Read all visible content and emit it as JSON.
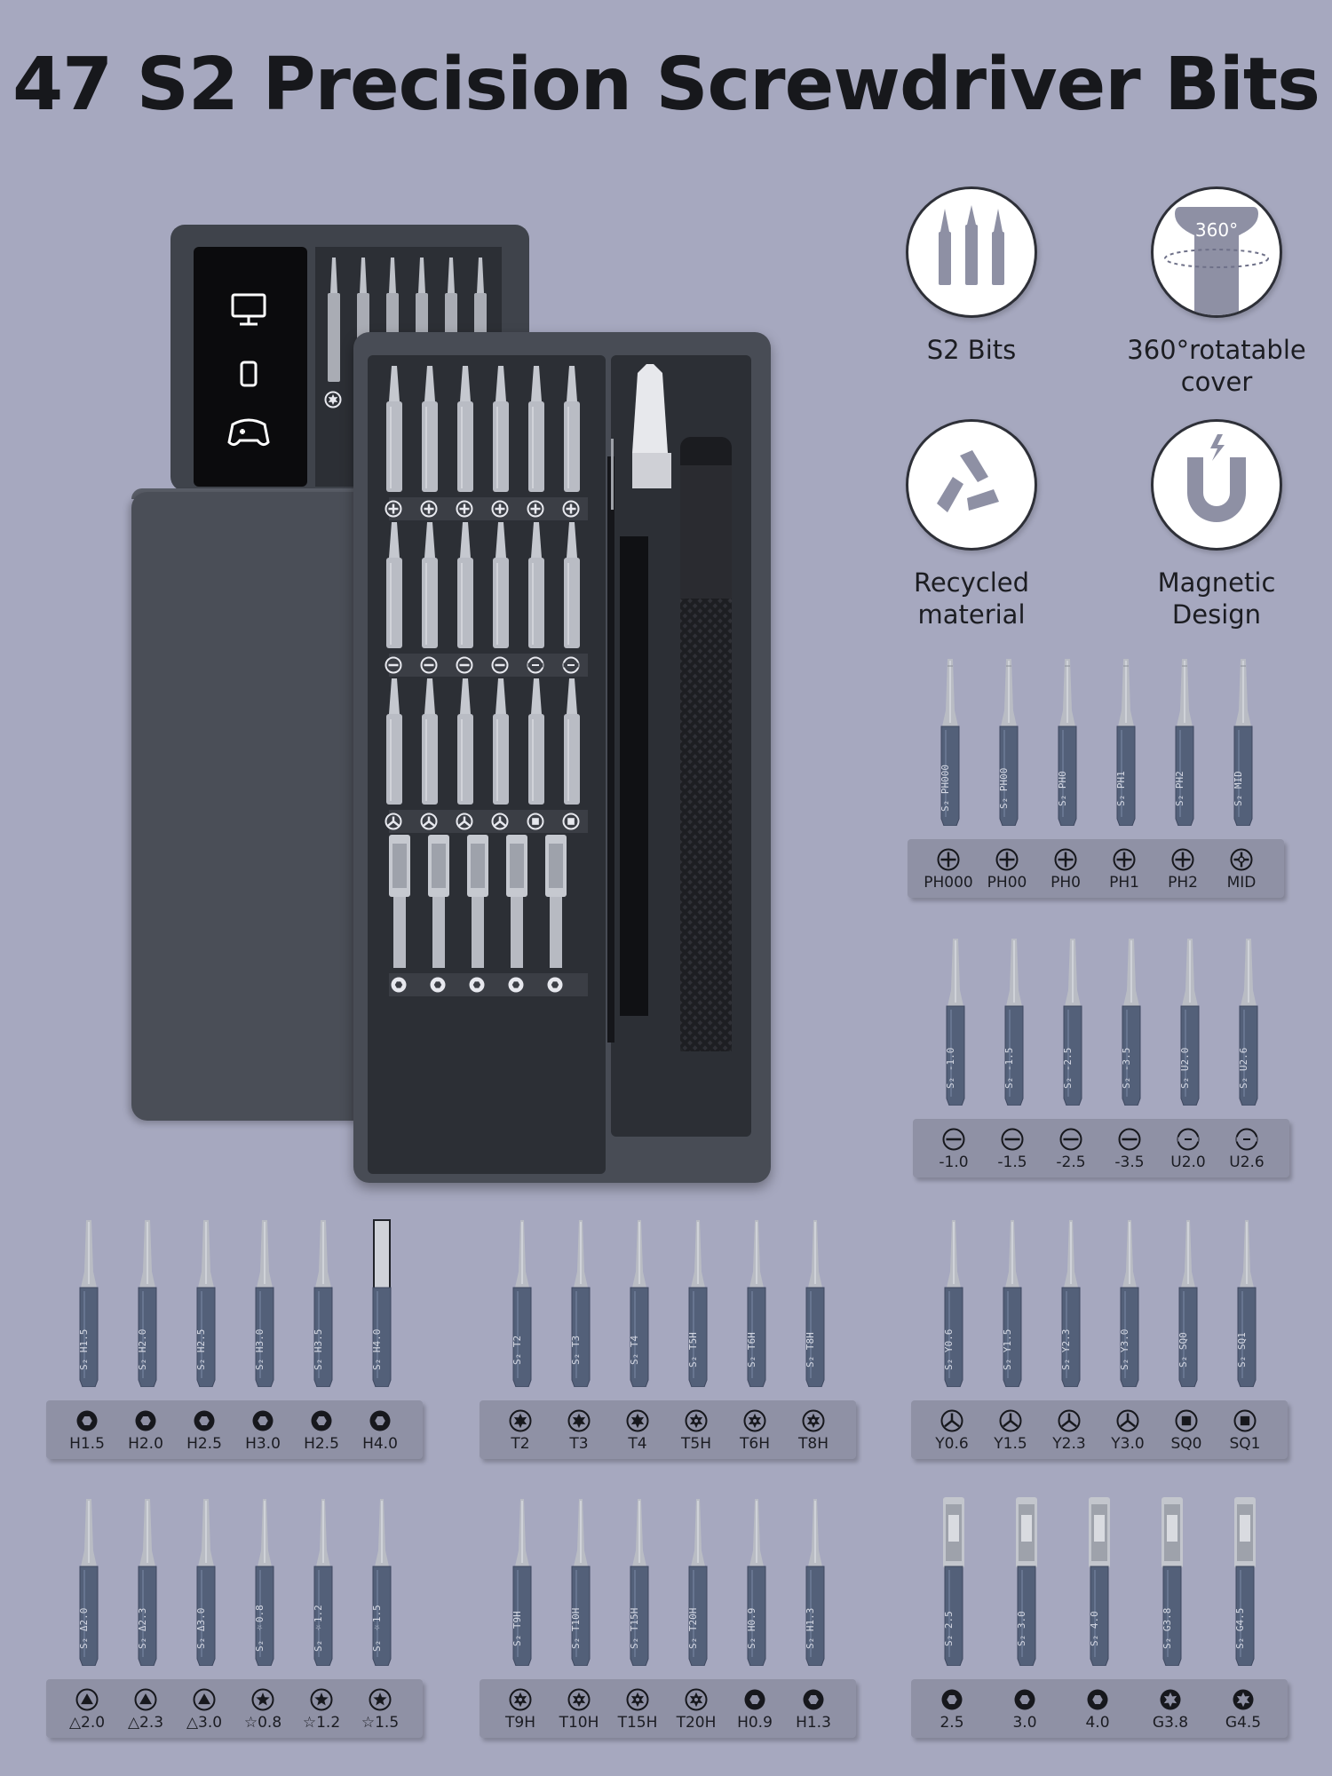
{
  "title": "47 S2 Precision Screwdriver Bits",
  "features": [
    {
      "icon": "s2-bits-icon",
      "label": "S2 Bits"
    },
    {
      "icon": "rotatable-cover-icon",
      "label": "360°rotatable\ncover",
      "badge": "360°"
    },
    {
      "icon": "recycle-icon",
      "label": "Recycled\nmaterial"
    },
    {
      "icon": "magnet-icon",
      "label": "Magnetic\nDesign"
    }
  ],
  "colors": {
    "background": "#a6a8bf",
    "bit_shank": "#536079",
    "bit_tip": "#b9bcc4",
    "tray": "#8f91a5",
    "kit": "#484c55"
  },
  "kit_symbols": [
    [
      "plus",
      "plus",
      "plus",
      "plus",
      "plus",
      "plus"
    ],
    [
      "minus",
      "minus",
      "minus",
      "minus",
      "u",
      "u"
    ],
    [
      "y",
      "y",
      "y",
      "y",
      "square",
      "square"
    ],
    [
      "hex",
      "hex",
      "hex",
      "hex",
      "hex"
    ]
  ],
  "kit_lid_icons": [
    "monitor-icon",
    "phone-icon",
    "gamepad-icon"
  ],
  "groups": [
    {
      "id": "phillips",
      "bits": [
        {
          "label": "PH000",
          "etch": "PH000",
          "sym": "plus",
          "tip": "phillips"
        },
        {
          "label": "PH00",
          "etch": "PH00",
          "sym": "plus",
          "tip": "phillips"
        },
        {
          "label": "PH0",
          "etch": "PH0",
          "sym": "plus",
          "tip": "phillips"
        },
        {
          "label": "PH1",
          "etch": "PH1",
          "sym": "plus",
          "tip": "phillips"
        },
        {
          "label": "PH2",
          "etch": "PH2",
          "sym": "plus",
          "tip": "phillips"
        },
        {
          "label": "MID",
          "etch": "MID",
          "sym": "mid",
          "tip": "phillips"
        }
      ]
    },
    {
      "id": "slotted",
      "bits": [
        {
          "label": "-1.0",
          "etch": "-1.0",
          "sym": "minus",
          "tip": "flat"
        },
        {
          "label": "-1.5",
          "etch": "-1.5",
          "sym": "minus",
          "tip": "flat"
        },
        {
          "label": "-2.5",
          "etch": "-2.5",
          "sym": "minus",
          "tip": "flat"
        },
        {
          "label": "-3.5",
          "etch": "-3.5",
          "sym": "minus",
          "tip": "flat"
        },
        {
          "label": "U2.0",
          "etch": "U2.0",
          "sym": "u",
          "tip": "u"
        },
        {
          "label": "U2.6",
          "etch": "U2.6",
          "sym": "u",
          "tip": "u"
        }
      ]
    },
    {
      "id": "hex",
      "bits": [
        {
          "label": "H1.5",
          "etch": "H1.5",
          "sym": "hex",
          "tip": "hex"
        },
        {
          "label": "H2.0",
          "etch": "H2.0",
          "sym": "hex",
          "tip": "hex"
        },
        {
          "label": "H2.5",
          "etch": "H2.5",
          "sym": "hex",
          "tip": "hex"
        },
        {
          "label": "H3.0",
          "etch": "H3.0",
          "sym": "hex",
          "tip": "hex"
        },
        {
          "label": "H2.5",
          "etch": "H3.5",
          "sym": "hex",
          "tip": "hex"
        },
        {
          "label": "H4.0",
          "etch": "H4.0",
          "sym": "hex",
          "tip": "wide"
        }
      ]
    },
    {
      "id": "torx",
      "bits": [
        {
          "label": "T2",
          "etch": "T2",
          "sym": "star6",
          "tip": "thin"
        },
        {
          "label": "T3",
          "etch": "T3",
          "sym": "star6",
          "tip": "thin"
        },
        {
          "label": "T4",
          "etch": "T4",
          "sym": "star6",
          "tip": "thin"
        },
        {
          "label": "T5H",
          "etch": "T5H",
          "sym": "star6h",
          "tip": "thin"
        },
        {
          "label": "T6H",
          "etch": "T6H",
          "sym": "star6h",
          "tip": "thin"
        },
        {
          "label": "T8H",
          "etch": "T8H",
          "sym": "star6h",
          "tip": "thin"
        }
      ]
    },
    {
      "id": "triwing",
      "bits": [
        {
          "label": "Y0.6",
          "etch": "Y0.6",
          "sym": "y",
          "tip": "thin"
        },
        {
          "label": "Y1.5",
          "etch": "Y1.5",
          "sym": "y",
          "tip": "thin"
        },
        {
          "label": "Y2.3",
          "etch": "Y2.3",
          "sym": "y",
          "tip": "thin"
        },
        {
          "label": "Y3.0",
          "etch": "Y3.0",
          "sym": "y",
          "tip": "thin"
        },
        {
          "label": "SQ0",
          "etch": "SQ0",
          "sym": "square",
          "tip": "thin"
        },
        {
          "label": "SQ1",
          "etch": "SQ1",
          "sym": "square",
          "tip": "thin"
        }
      ]
    },
    {
      "id": "triangle",
      "bits": [
        {
          "label": "△2.0",
          "etch": "Δ2.0",
          "sym": "triangle",
          "tip": "flat"
        },
        {
          "label": "△2.3",
          "etch": "Δ2.3",
          "sym": "triangle",
          "tip": "flat"
        },
        {
          "label": "△3.0",
          "etch": "Δ3.0",
          "sym": "triangle",
          "tip": "flat"
        },
        {
          "label": "☆0.8",
          "etch": "☆0.8",
          "sym": "star5",
          "tip": "thin"
        },
        {
          "label": "☆1.2",
          "etch": "☆1.2",
          "sym": "star5",
          "tip": "thin"
        },
        {
          "label": "☆1.5",
          "etch": "☆1.5",
          "sym": "star5",
          "tip": "thin"
        }
      ]
    },
    {
      "id": "torxhole",
      "bits": [
        {
          "label": "T9H",
          "etch": "T9H",
          "sym": "star6h",
          "tip": "thin"
        },
        {
          "label": "T10H",
          "etch": "T10H",
          "sym": "star6h",
          "tip": "thin"
        },
        {
          "label": "T15H",
          "etch": "T15H",
          "sym": "star6h",
          "tip": "thin"
        },
        {
          "label": "T20H",
          "etch": "T20H",
          "sym": "star6h",
          "tip": "thin"
        },
        {
          "label": "H0.9",
          "etch": "H0.9",
          "sym": "hex",
          "tip": "thin"
        },
        {
          "label": "H1.3",
          "etch": "H1.3",
          "sym": "hex",
          "tip": "thin"
        }
      ]
    },
    {
      "id": "socket",
      "bits": [
        {
          "label": "2.5",
          "etch": "2.5",
          "sym": "hex",
          "tip": "socket"
        },
        {
          "label": "3.0",
          "etch": "3.0",
          "sym": "hex",
          "tip": "socket"
        },
        {
          "label": "4.0",
          "etch": "4.0",
          "sym": "hex",
          "tip": "socket"
        },
        {
          "label": "G3.8",
          "etch": "G3.8",
          "sym": "gear",
          "tip": "socket"
        },
        {
          "label": "G4.5",
          "etch": "G4.5",
          "sym": "gear",
          "tip": "socket"
        }
      ]
    }
  ]
}
